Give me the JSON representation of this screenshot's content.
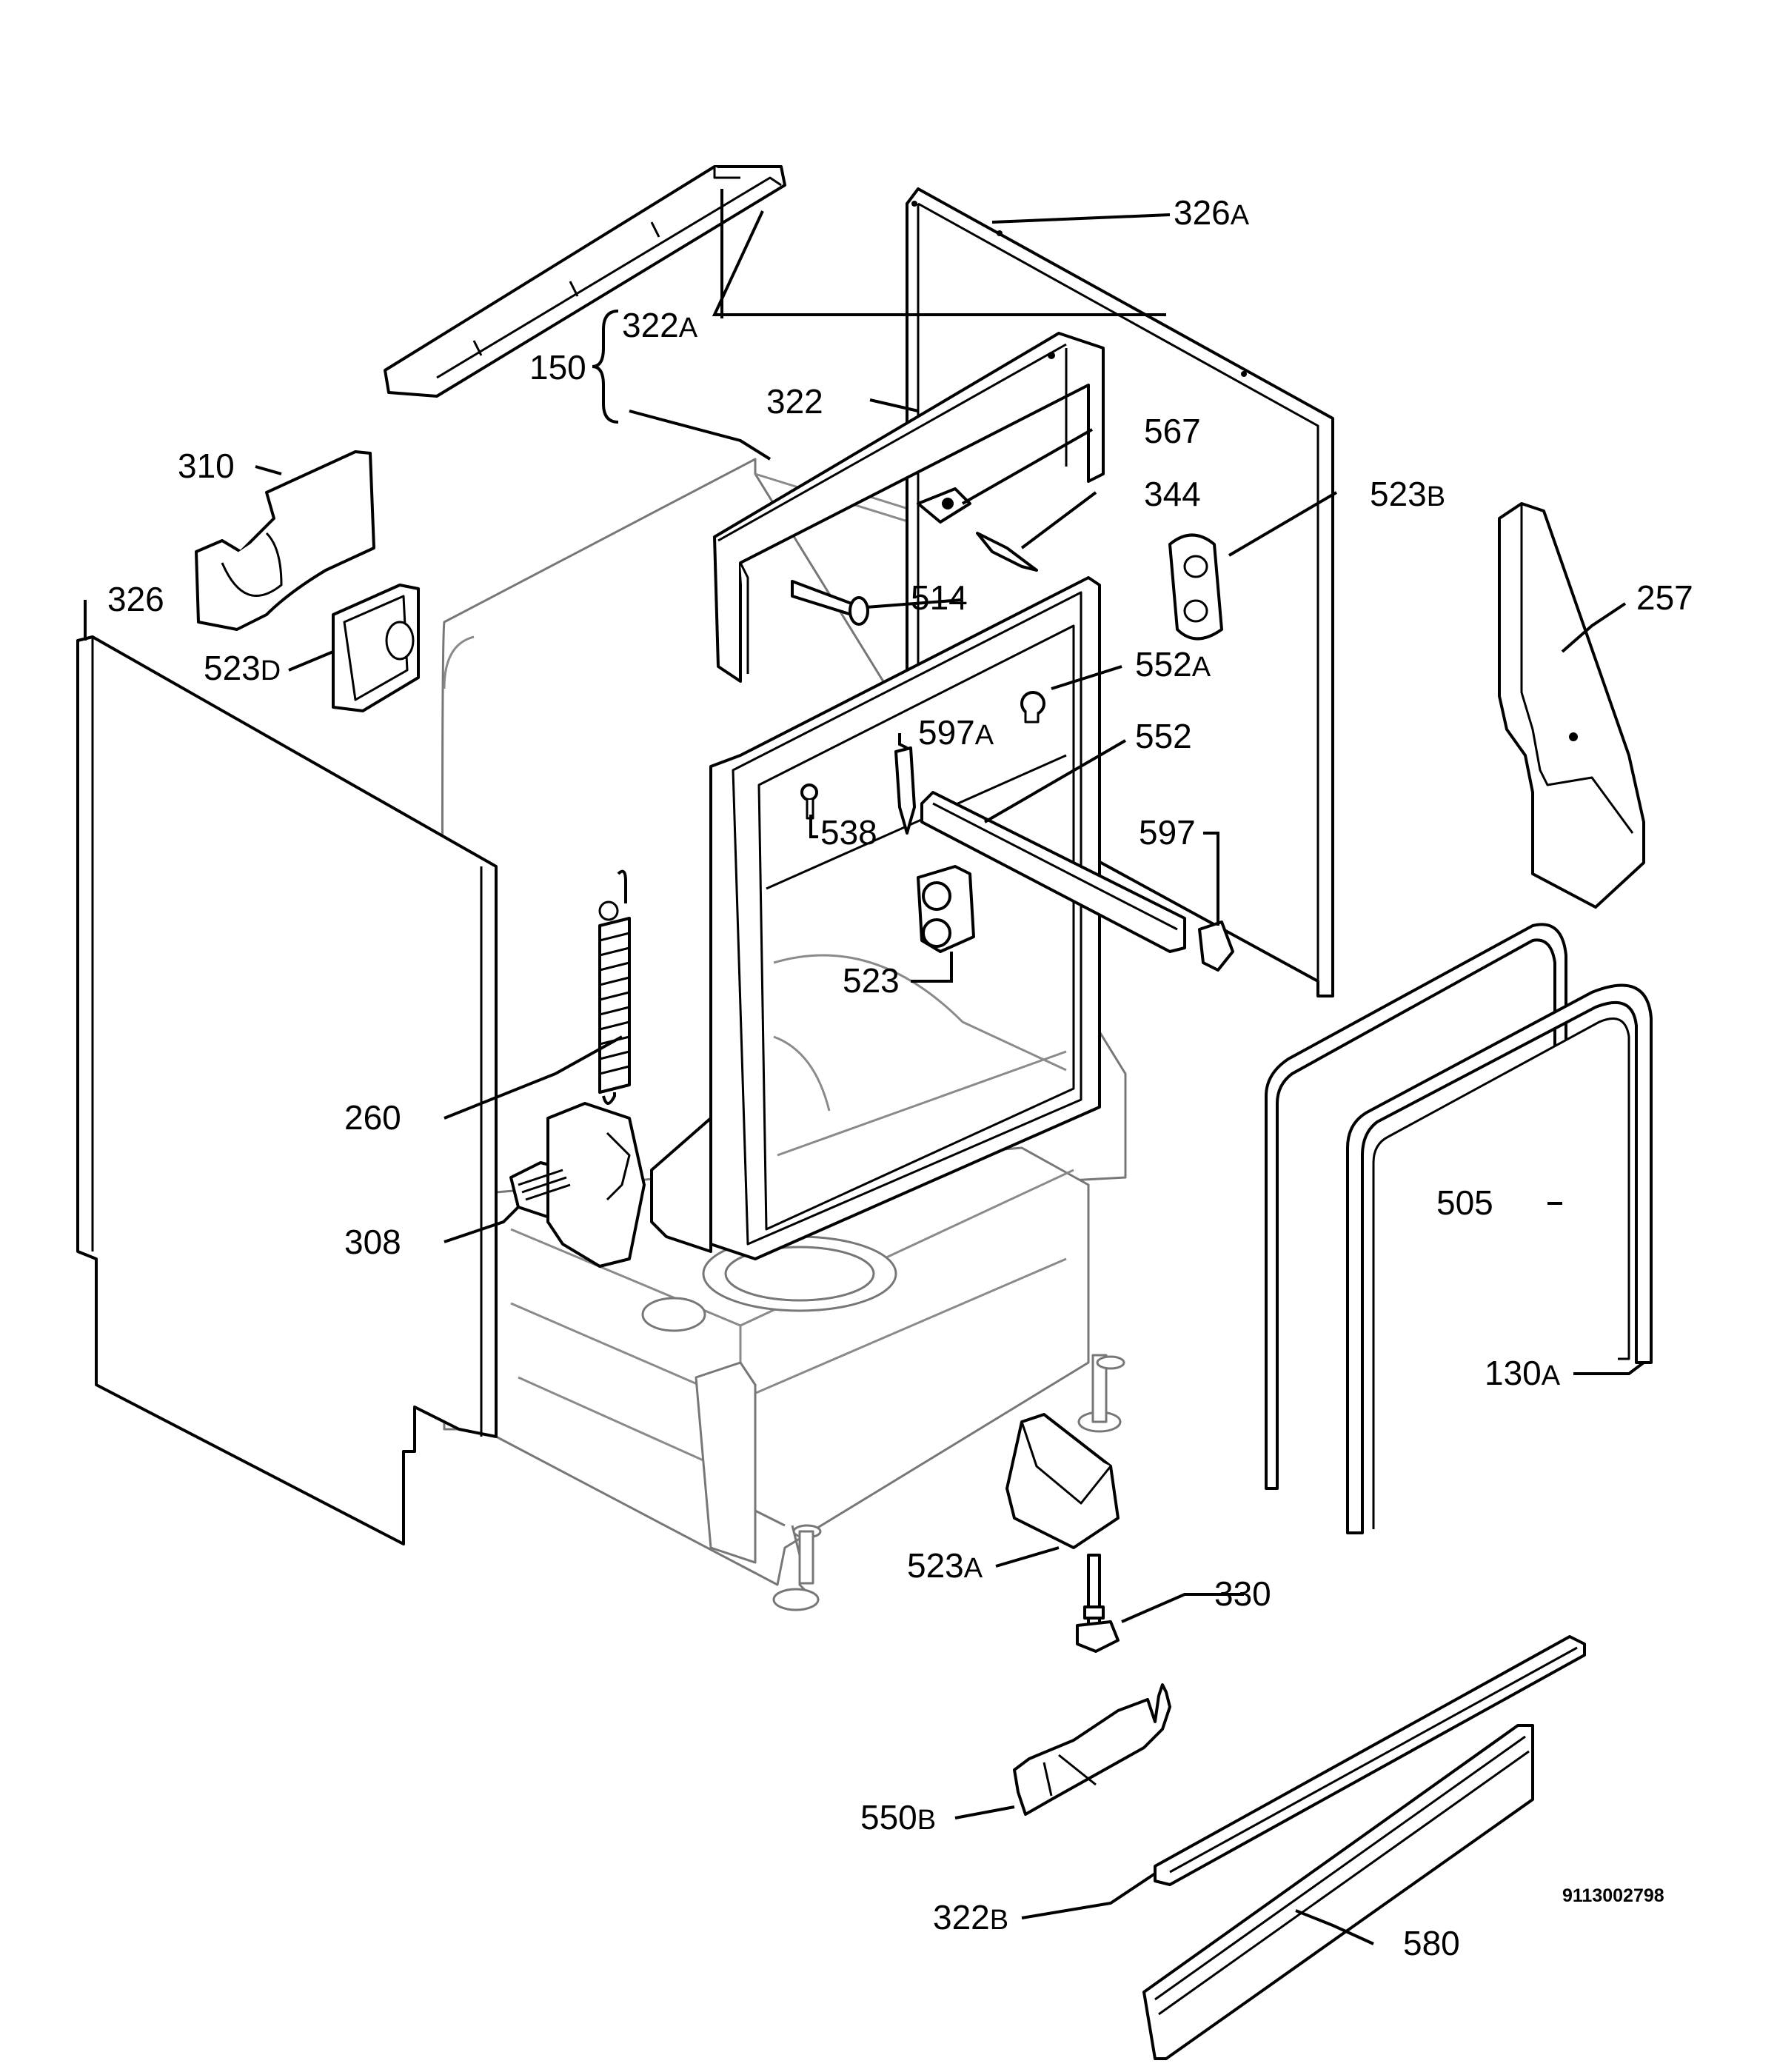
{
  "labels": {
    "p326a": {
      "num": "326",
      "sfx": "A"
    },
    "p322a": {
      "num": "322",
      "sfx": "A"
    },
    "p150": {
      "num": "150",
      "sfx": ""
    },
    "p322": {
      "num": "322",
      "sfx": ""
    },
    "p567": {
      "num": "567",
      "sfx": ""
    },
    "p344": {
      "num": "344",
      "sfx": ""
    },
    "p523b": {
      "num": "523",
      "sfx": "B"
    },
    "p310": {
      "num": "310",
      "sfx": ""
    },
    "p514": {
      "num": "514",
      "sfx": ""
    },
    "p257": {
      "num": "257",
      "sfx": ""
    },
    "p326": {
      "num": "326",
      "sfx": ""
    },
    "p523d": {
      "num": "523",
      "sfx": "D"
    },
    "p552a": {
      "num": "552",
      "sfx": "A"
    },
    "p597a": {
      "num": "597",
      "sfx": "A"
    },
    "p552": {
      "num": "552",
      "sfx": ""
    },
    "p538": {
      "num": "538",
      "sfx": ""
    },
    "p597": {
      "num": "597",
      "sfx": ""
    },
    "p523": {
      "num": "523",
      "sfx": ""
    },
    "p260": {
      "num": "260",
      "sfx": ""
    },
    "p505": {
      "num": "505",
      "sfx": ""
    },
    "p308": {
      "num": "308",
      "sfx": ""
    },
    "p130a": {
      "num": "130",
      "sfx": "A"
    },
    "p523a": {
      "num": "523",
      "sfx": "A"
    },
    "p330": {
      "num": "330",
      "sfx": ""
    },
    "p550b": {
      "num": "550",
      "sfx": "B"
    },
    "p322b": {
      "num": "322",
      "sfx": "B"
    },
    "p580": {
      "num": "580",
      "sfx": ""
    }
  },
  "document_number": "9113002798"
}
